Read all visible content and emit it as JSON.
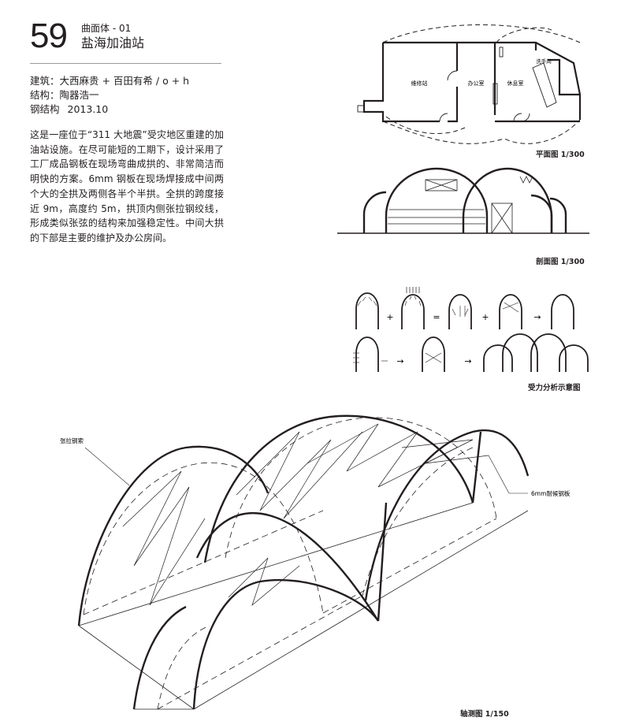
{
  "header": {
    "number": "59",
    "series": "曲面体 - 01",
    "title": "盐海加油站"
  },
  "credits": {
    "architect": "建筑：大西麻贵 + 百田有希 / o + h",
    "structure": "结构：陶器浩一",
    "type": "钢结构",
    "year": "2013.10"
  },
  "description": "这是一座位于“311 大地震”受灾地区重建的加油站设施。在尽可能短的工期下，设计采用了工厂成品钢板在现场弯曲成拱的、非常简洁而明快的方案。6mm 钢板在现场焊接成中间两个大的全拱及两侧各半个半拱。全拱的跨度接近 9m，高度约 5m，拱顶内侧张拉钢绞线，形成类似张弦的结构来加强稳定性。中间大拱的下部是主要的维护及办公房间。",
  "plan": {
    "caption": "平面图 1/300",
    "rooms": [
      "维修站",
      "办公室",
      "休息室",
      "洗手间"
    ]
  },
  "section": {
    "caption": "剖面图 1/300"
  },
  "force_diagram": {
    "caption": "受力分析示意图",
    "operators": [
      "+",
      "=",
      "+",
      "→",
      "→",
      "→"
    ]
  },
  "axonometric": {
    "caption": "轴测图 1/150",
    "labels": {
      "cable": "张拉钢索",
      "plate": "6mm耐候钢板"
    }
  }
}
